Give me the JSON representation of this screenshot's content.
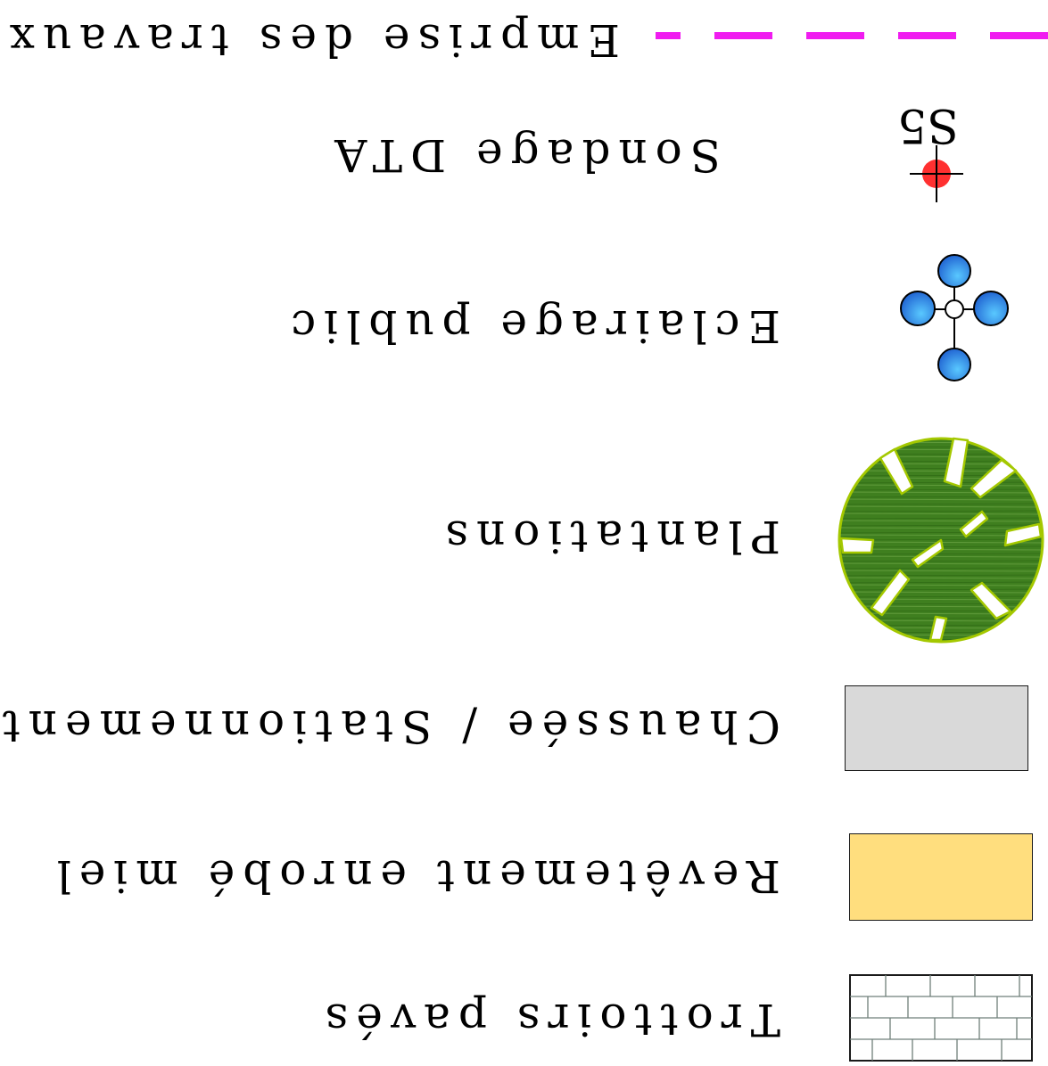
{
  "legend": {
    "items": [
      {
        "label": "Trottoirs pavés",
        "symbol": "paving-pattern-swatch",
        "fill": "#ffffff",
        "stroke": "#6f7f7a"
      },
      {
        "label": "Revêtement enrobé miel",
        "symbol": "filled-swatch",
        "fill": "#ffde7e"
      },
      {
        "label": "Chaussée / Stationnement",
        "symbol": "filled-swatch",
        "fill": "#d9d9d9"
      },
      {
        "label": "Plantations",
        "symbol": "tree-icon",
        "fill": "#3f7f1f",
        "stroke": "#a4c800"
      },
      {
        "label": "Eclairage public",
        "symbol": "streetlight-icon",
        "fill": "#1e70d4"
      },
      {
        "label": "Sondage DTA",
        "symbol": "survey-point-icon",
        "fill": "#ff1a1a",
        "tag": "S5"
      },
      {
        "label": "Emprise des travaux",
        "symbol": "dashed-line",
        "stroke": "#f01cf0"
      }
    ]
  }
}
